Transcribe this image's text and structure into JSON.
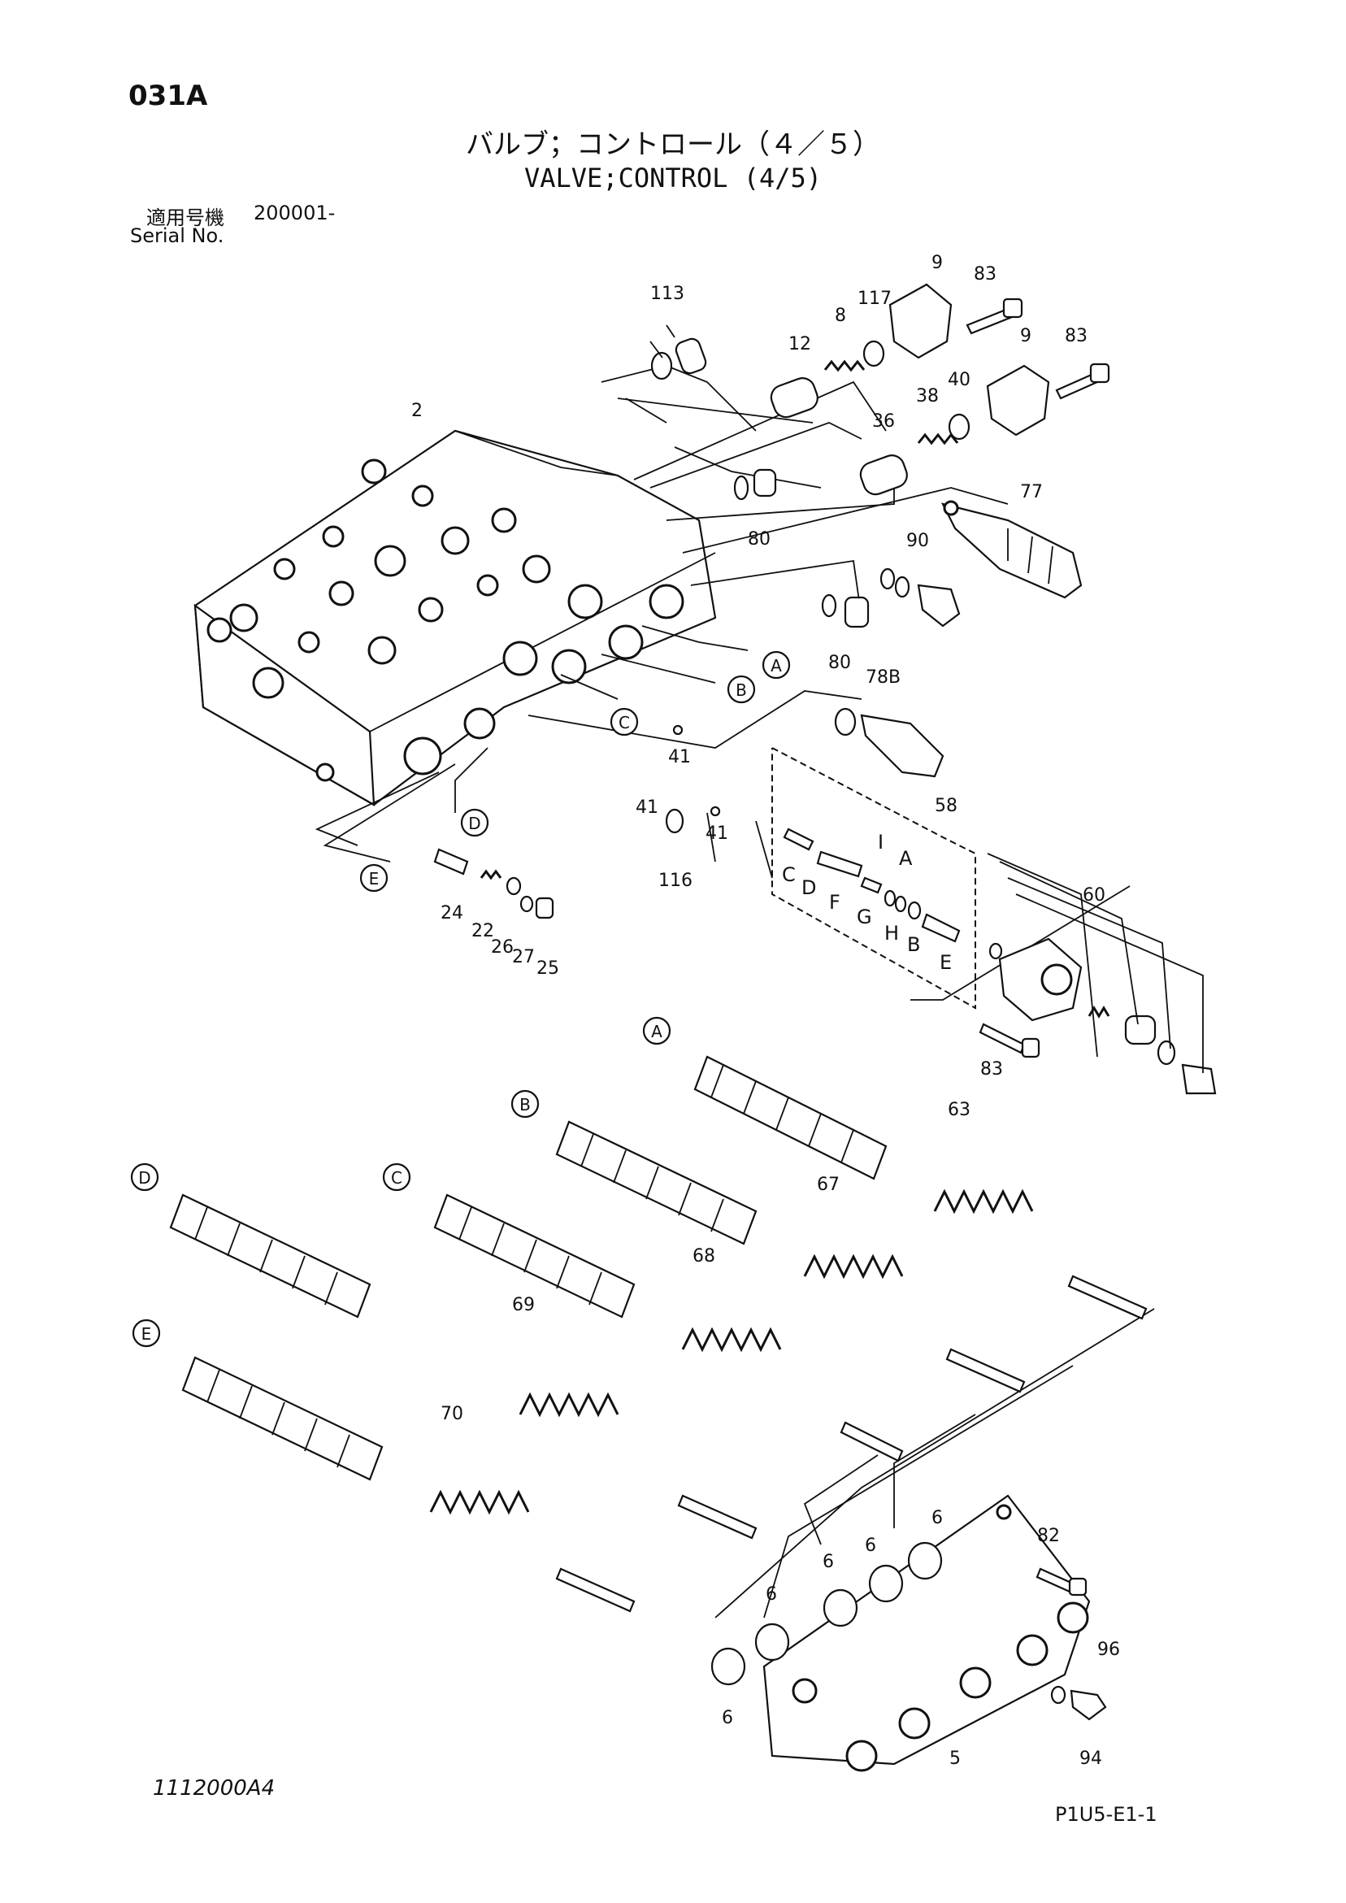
{
  "header": {
    "page_code": "031A",
    "title_jp": "バルブ；コントロール（４／５）",
    "title_en": "VALVE;CONTROL (4/5)",
    "serial_label_jp": "適用号機",
    "serial_label_en": "Serial No.",
    "serial_value": "200001-"
  },
  "callouts": {
    "c2": "2",
    "c113": "113",
    "c12": "12",
    "c8": "8",
    "c117": "117",
    "c9a": "9",
    "c83a": "83",
    "c9b": "9",
    "c83b": "83",
    "c36": "36",
    "c38": "38",
    "c40": "40",
    "c77": "77",
    "c80a": "80",
    "c90": "90",
    "c80b": "80",
    "c78B": "78B",
    "c41a": "41",
    "c41b": "41",
    "c41c": "41",
    "c116": "116",
    "c58": "58",
    "c24": "24",
    "c22": "22",
    "c26": "26",
    "c27": "27",
    "c25": "25",
    "c60": "60",
    "c83c": "83",
    "c63": "63",
    "c67": "67",
    "c68": "68",
    "c69": "69",
    "c70": "70",
    "c6a": "6",
    "c6b": "6",
    "c6c": "6",
    "c6d": "6",
    "c6e": "6",
    "c82": "82",
    "c96": "96",
    "c94": "94",
    "c5": "5"
  },
  "kit_letters": {
    "C": "C",
    "D": "D",
    "F": "F",
    "G": "G",
    "I": "I",
    "A": "A",
    "H": "H",
    "B": "B",
    "E": "E"
  },
  "markers": {
    "A": "A",
    "B": "B",
    "C": "C",
    "D": "D",
    "E": "E"
  },
  "footer": {
    "figure_code": "1112000A4",
    "page_ref": "P1U5-E1-1"
  }
}
